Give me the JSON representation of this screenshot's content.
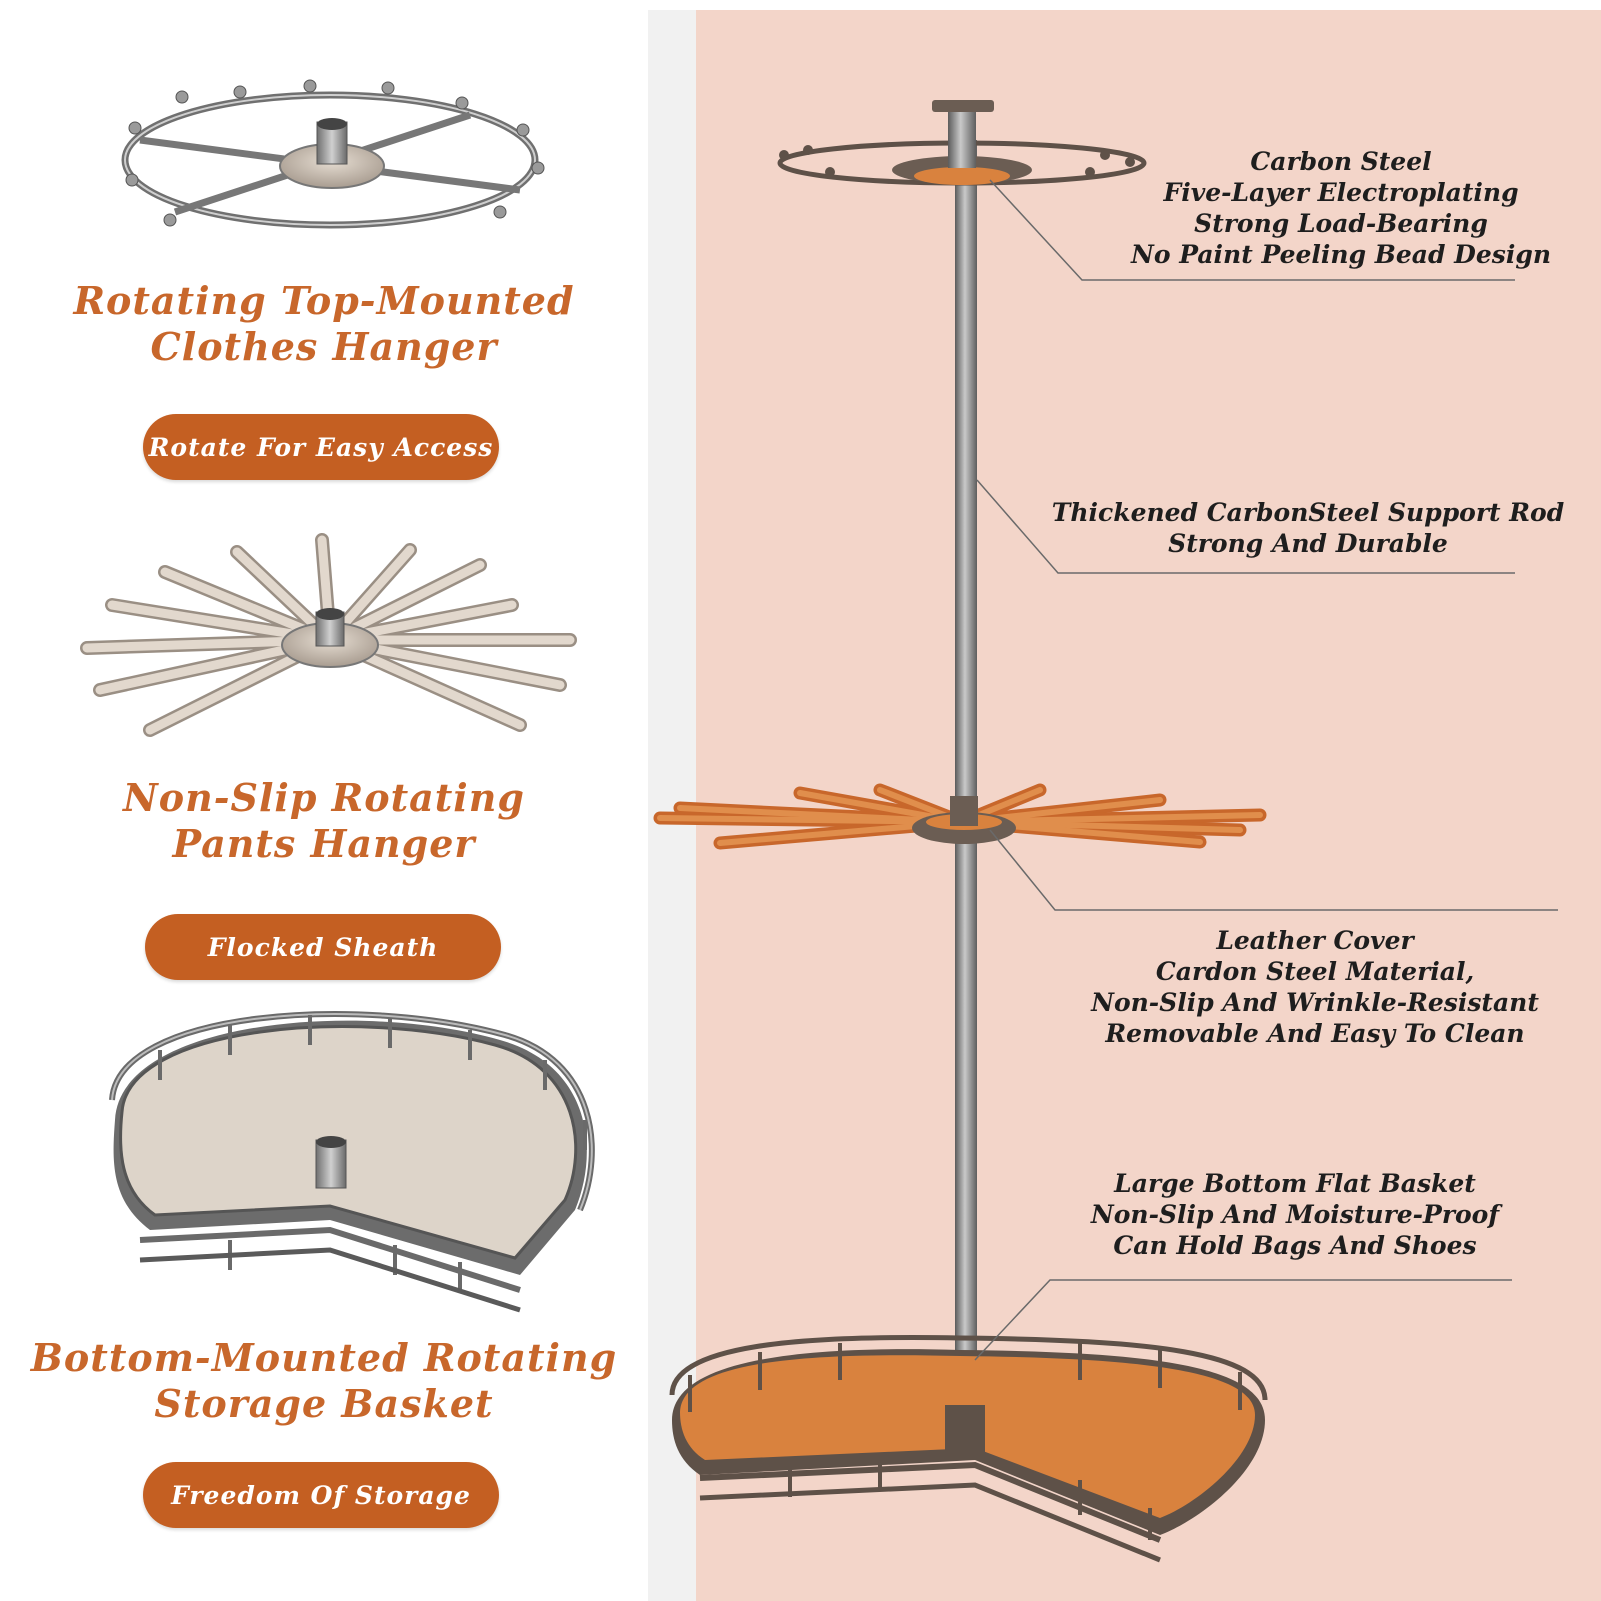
{
  "left_features": [
    {
      "title_lines": [
        "Rotating Top-Mounted",
        "Clothes Hanger"
      ],
      "badge": "Rotate For Easy Access"
    },
    {
      "title_lines": [
        "Non-Slip Rotating",
        "Pants Hanger"
      ],
      "badge": "Flocked Sheath"
    },
    {
      "title_lines": [
        "Bottom-Mounted Rotating",
        "Storage Basket"
      ],
      "badge": "Freedom Of Storage"
    }
  ],
  "callouts": [
    {
      "lines": [
        "Carbon Steel",
        "Five-Layer Electroplating",
        "Strong Load-Bearing",
        "No Paint Peeling Bead Design"
      ]
    },
    {
      "lines": [
        "Thickened CarbonSteel Support Rod",
        "Strong And Durable"
      ]
    },
    {
      "lines": [
        "Leather Cover",
        "Cardon Steel Material,",
        "Non-Slip And Wrinkle-Resistant",
        "Removable And Easy To Clean"
      ]
    },
    {
      "lines": [
        "Large Bottom Flat Basket",
        "Non-Slip And Moisture-Proof",
        "Can Hold Bags And Shoes"
      ]
    }
  ],
  "colors": {
    "accent_orange": "#c45f22",
    "title_orange": "#c8672b",
    "panel_pink": "#f3d5c9",
    "leather_orange": "#d9823e",
    "metal_gray": "#8a8a8a"
  }
}
